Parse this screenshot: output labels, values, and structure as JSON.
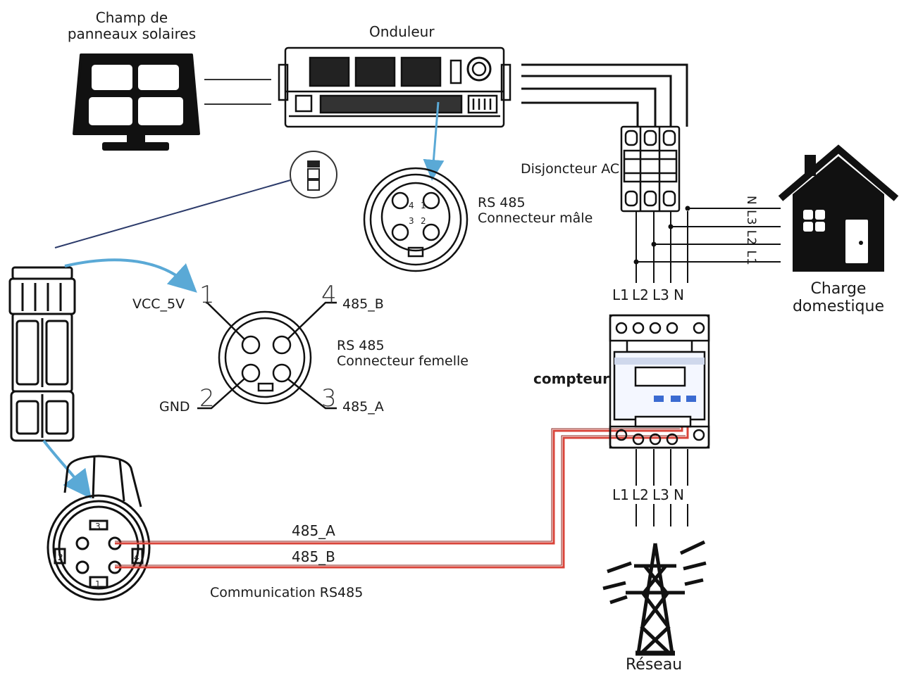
{
  "labels": {
    "solar_field_line1": "Champ de",
    "solar_field_line2": "panneaux solaires",
    "inverter": "Onduleur",
    "ac_breaker": "Disjoncteur AC",
    "male_connector_line1": "RS 485",
    "male_connector_line2": "Connecteur mâle",
    "female_connector_line1": "RS 485",
    "female_connector_line2": "Connecteur femelle",
    "meter": "compteur",
    "home_load_line1": "Charge",
    "home_load_line2": "domestique",
    "grid": "Réseau",
    "communication": "Communication RS485"
  },
  "pins": {
    "vcc": "VCC_5V",
    "gnd": "GND",
    "b": "485_B",
    "a": "485_A",
    "n1": "1",
    "n2": "2",
    "n3": "3",
    "n4": "4"
  },
  "phases_top": [
    "L1",
    "L2",
    "L3",
    "N"
  ],
  "phases_bottom": [
    "L1",
    "L2",
    "L3",
    "N"
  ],
  "home_phases": "N L3 L2 L1",
  "wires": {
    "a": "485_A",
    "b": "485_B"
  },
  "colors": {
    "wire_red": "#d9443a",
    "arrow_blue": "#5aa9d6",
    "ink": "#1a1a1a"
  }
}
